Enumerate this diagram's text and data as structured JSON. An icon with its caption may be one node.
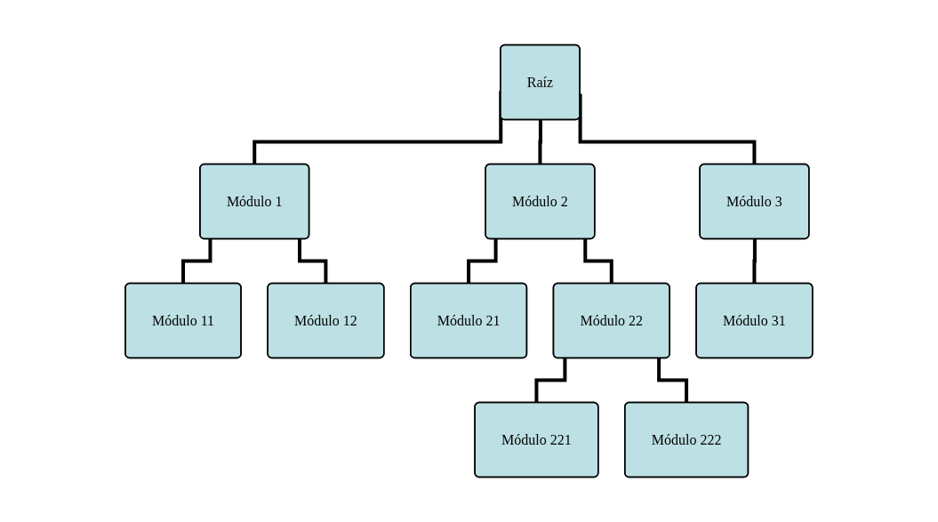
{
  "diagram": {
    "nodes": [
      {
        "text": [
          "Raíz"
        ]
      },
      {
        "text": [
          "Módulo 1"
        ]
      },
      {
        "text": [
          "Módulo 2"
        ]
      },
      {
        "text": [
          "Módulo 3"
        ]
      },
      {
        "text": [
          "Módulo 11"
        ]
      },
      {
        "text": [
          "Módulo 12"
        ]
      },
      {
        "text": [
          "Módulo 21"
        ]
      },
      {
        "text": [
          "Módulo 22"
        ]
      },
      {
        "text": [
          "Módulo 31"
        ]
      },
      {
        "text": [
          "Módulo 221"
        ]
      },
      {
        "text": [
          "Módulo 222"
        ]
      }
    ],
    "edges": [
      {
        "from": 0,
        "to": 1,
        "arrow": "none"
      },
      {
        "from": 0,
        "to": 2,
        "arrow": "none"
      },
      {
        "from": 0,
        "to": 3,
        "arrow": "none"
      },
      {
        "from": 1,
        "to": 4,
        "arrow": "none"
      },
      {
        "from": 1,
        "to": 5,
        "arrow": "none"
      },
      {
        "from": 2,
        "to": 6,
        "arrow": "none"
      },
      {
        "from": 2,
        "to": 7,
        "arrow": "none"
      },
      {
        "from": 3,
        "to": 8,
        "arrow": "none"
      },
      {
        "from": 7,
        "to": 9,
        "arrow": "none"
      },
      {
        "from": 7,
        "to": 10,
        "arrow": "none"
      }
    ]
  }
}
